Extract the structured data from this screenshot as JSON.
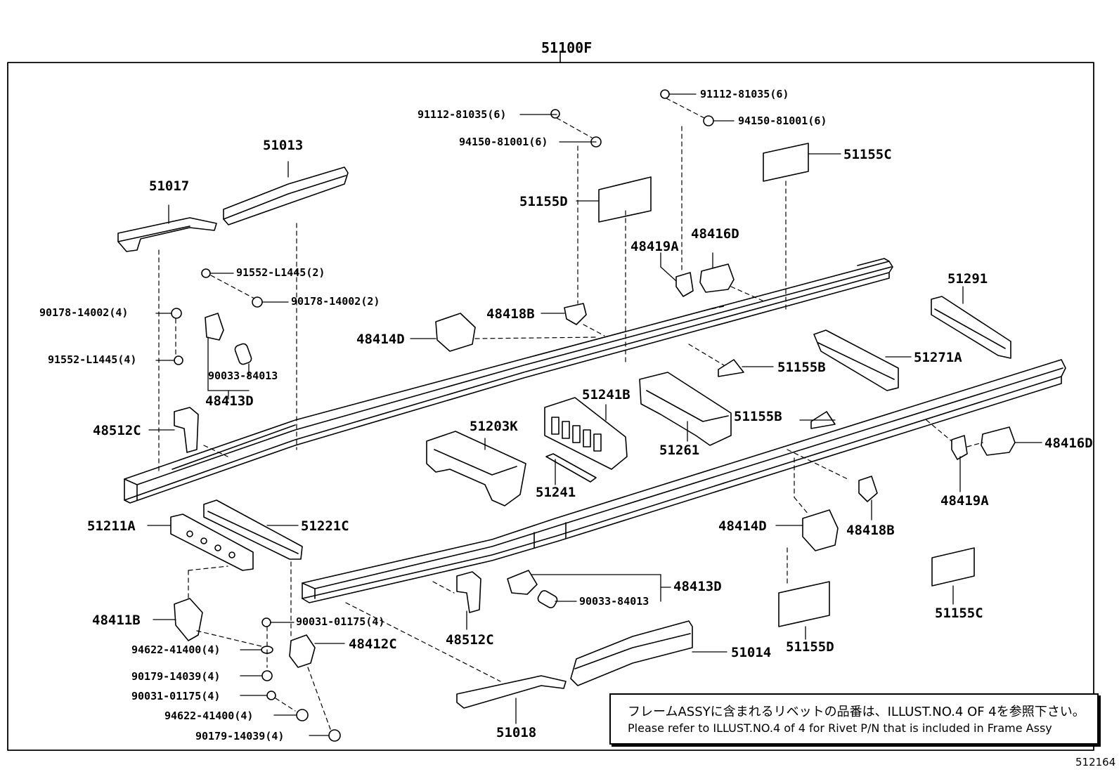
{
  "diagram": {
    "title": "51100F",
    "illustration_code": "512164",
    "note_jp": "フレームASSYに含まれるリベットの品番は、ILLUST.NO.4 OF 4を参照下さい。",
    "note_en": "Please refer to ILLUST.NO.4 of 4 for Rivet P/N that is included in Frame Assy",
    "labels": [
      {
        "id": "l01",
        "text": "51013"
      },
      {
        "id": "l02",
        "text": "51017"
      },
      {
        "id": "l03",
        "text": "91552-L1445(2)"
      },
      {
        "id": "l04",
        "text": "90178-14002(4)"
      },
      {
        "id": "l05",
        "text": "90178-14002(2)"
      },
      {
        "id": "l06",
        "text": "91552-L1445(4)"
      },
      {
        "id": "l07",
        "text": "90033-84013"
      },
      {
        "id": "l08",
        "text": "48413D"
      },
      {
        "id": "l09",
        "text": "48512C"
      },
      {
        "id": "l10",
        "text": "91112-81035(6)"
      },
      {
        "id": "l11",
        "text": "94150-81001(6)"
      },
      {
        "id": "l12",
        "text": "51155D"
      },
      {
        "id": "l13",
        "text": "48418B"
      },
      {
        "id": "l14",
        "text": "48414D"
      },
      {
        "id": "l15",
        "text": "91112-81035(6)"
      },
      {
        "id": "l16",
        "text": "94150-81001(6)"
      },
      {
        "id": "l17",
        "text": "51155C"
      },
      {
        "id": "l18",
        "text": "48419A"
      },
      {
        "id": "l19",
        "text": "48416D"
      },
      {
        "id": "l20",
        "text": "51291"
      },
      {
        "id": "l21",
        "text": "51271A"
      },
      {
        "id": "l22",
        "text": "51155B"
      },
      {
        "id": "l23",
        "text": "51241B"
      },
      {
        "id": "l24",
        "text": "51203K"
      },
      {
        "id": "l25",
        "text": "51241"
      },
      {
        "id": "l26",
        "text": "51261"
      },
      {
        "id": "l27",
        "text": "51155B"
      },
      {
        "id": "l28",
        "text": "48416D"
      },
      {
        "id": "l29",
        "text": "48419A"
      },
      {
        "id": "l30",
        "text": "51211A"
      },
      {
        "id": "l31",
        "text": "51221C"
      },
      {
        "id": "l32",
        "text": "48414D"
      },
      {
        "id": "l33",
        "text": "48418B"
      },
      {
        "id": "l34",
        "text": "48413D"
      },
      {
        "id": "l35",
        "text": "90033-84013"
      },
      {
        "id": "l36",
        "text": "48411B"
      },
      {
        "id": "l37",
        "text": "90031-01175(4)"
      },
      {
        "id": "l38",
        "text": "94622-41400(4)"
      },
      {
        "id": "l39",
        "text": "48412C"
      },
      {
        "id": "l40",
        "text": "90179-14039(4)"
      },
      {
        "id": "l41",
        "text": "90031-01175(4)"
      },
      {
        "id": "l42",
        "text": "94622-41400(4)"
      },
      {
        "id": "l43",
        "text": "90179-14039(4)"
      },
      {
        "id": "l44",
        "text": "48512C"
      },
      {
        "id": "l45",
        "text": "51155D"
      },
      {
        "id": "l46",
        "text": "51155C"
      },
      {
        "id": "l47",
        "text": "51014"
      },
      {
        "id": "l48",
        "text": "51018"
      }
    ]
  }
}
